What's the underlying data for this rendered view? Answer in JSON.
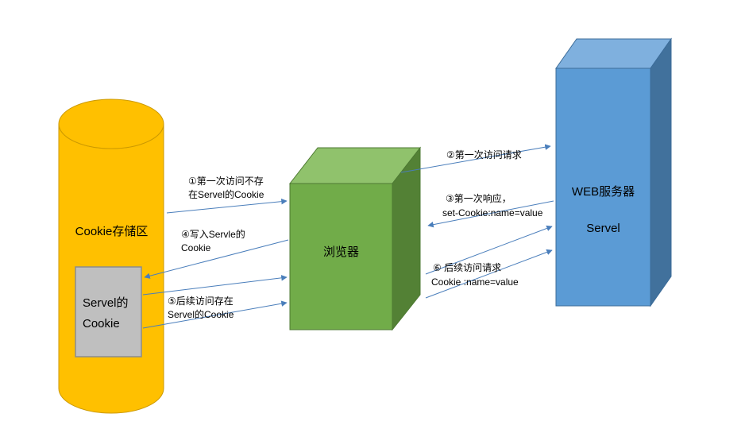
{
  "colors": {
    "cylinder_fill": "#FFC000",
    "cylinder_top_fill": "#FFC000",
    "cylinder_stroke": "#CC9900",
    "gray_box_fill": "#BFBFBF",
    "gray_box_stroke": "#8C8C8C",
    "green_front": "#71AC49",
    "green_top": "#90C26C",
    "green_side": "#538135",
    "green_stroke": "#4E7A33",
    "blue_front": "#5B9BD5",
    "blue_top": "#7FB0DE",
    "blue_side": "#41719C",
    "blue_stroke": "#3C6C99",
    "arrow": "#4A7EBB",
    "text": "#000000"
  },
  "nodes": {
    "cookie_storage": {
      "label": "Cookie存储区"
    },
    "servlet_cookie": {
      "line1": "Servel的",
      "line2": "Cookie"
    },
    "browser": {
      "label": "浏览器"
    },
    "web_server": {
      "line1": "WEB服务器",
      "line2": "Servel"
    }
  },
  "arrows": {
    "step1": {
      "line1": "①第一次访问不存",
      "line2": "在Servel的Cookie"
    },
    "step2": {
      "line1": "②第一次访问请求"
    },
    "step3": {
      "line1": "③第一次响应，",
      "line2": "set-Cookie:name=value"
    },
    "step4": {
      "line1": "④写入Servle的",
      "line2": "Cookie"
    },
    "step5": {
      "line1": "⑤后续访问存在",
      "line2": "Servel的Cookie"
    },
    "step6": {
      "line1": "⑥ 后续访问请求",
      "line2": "Cookie :name=value"
    }
  }
}
